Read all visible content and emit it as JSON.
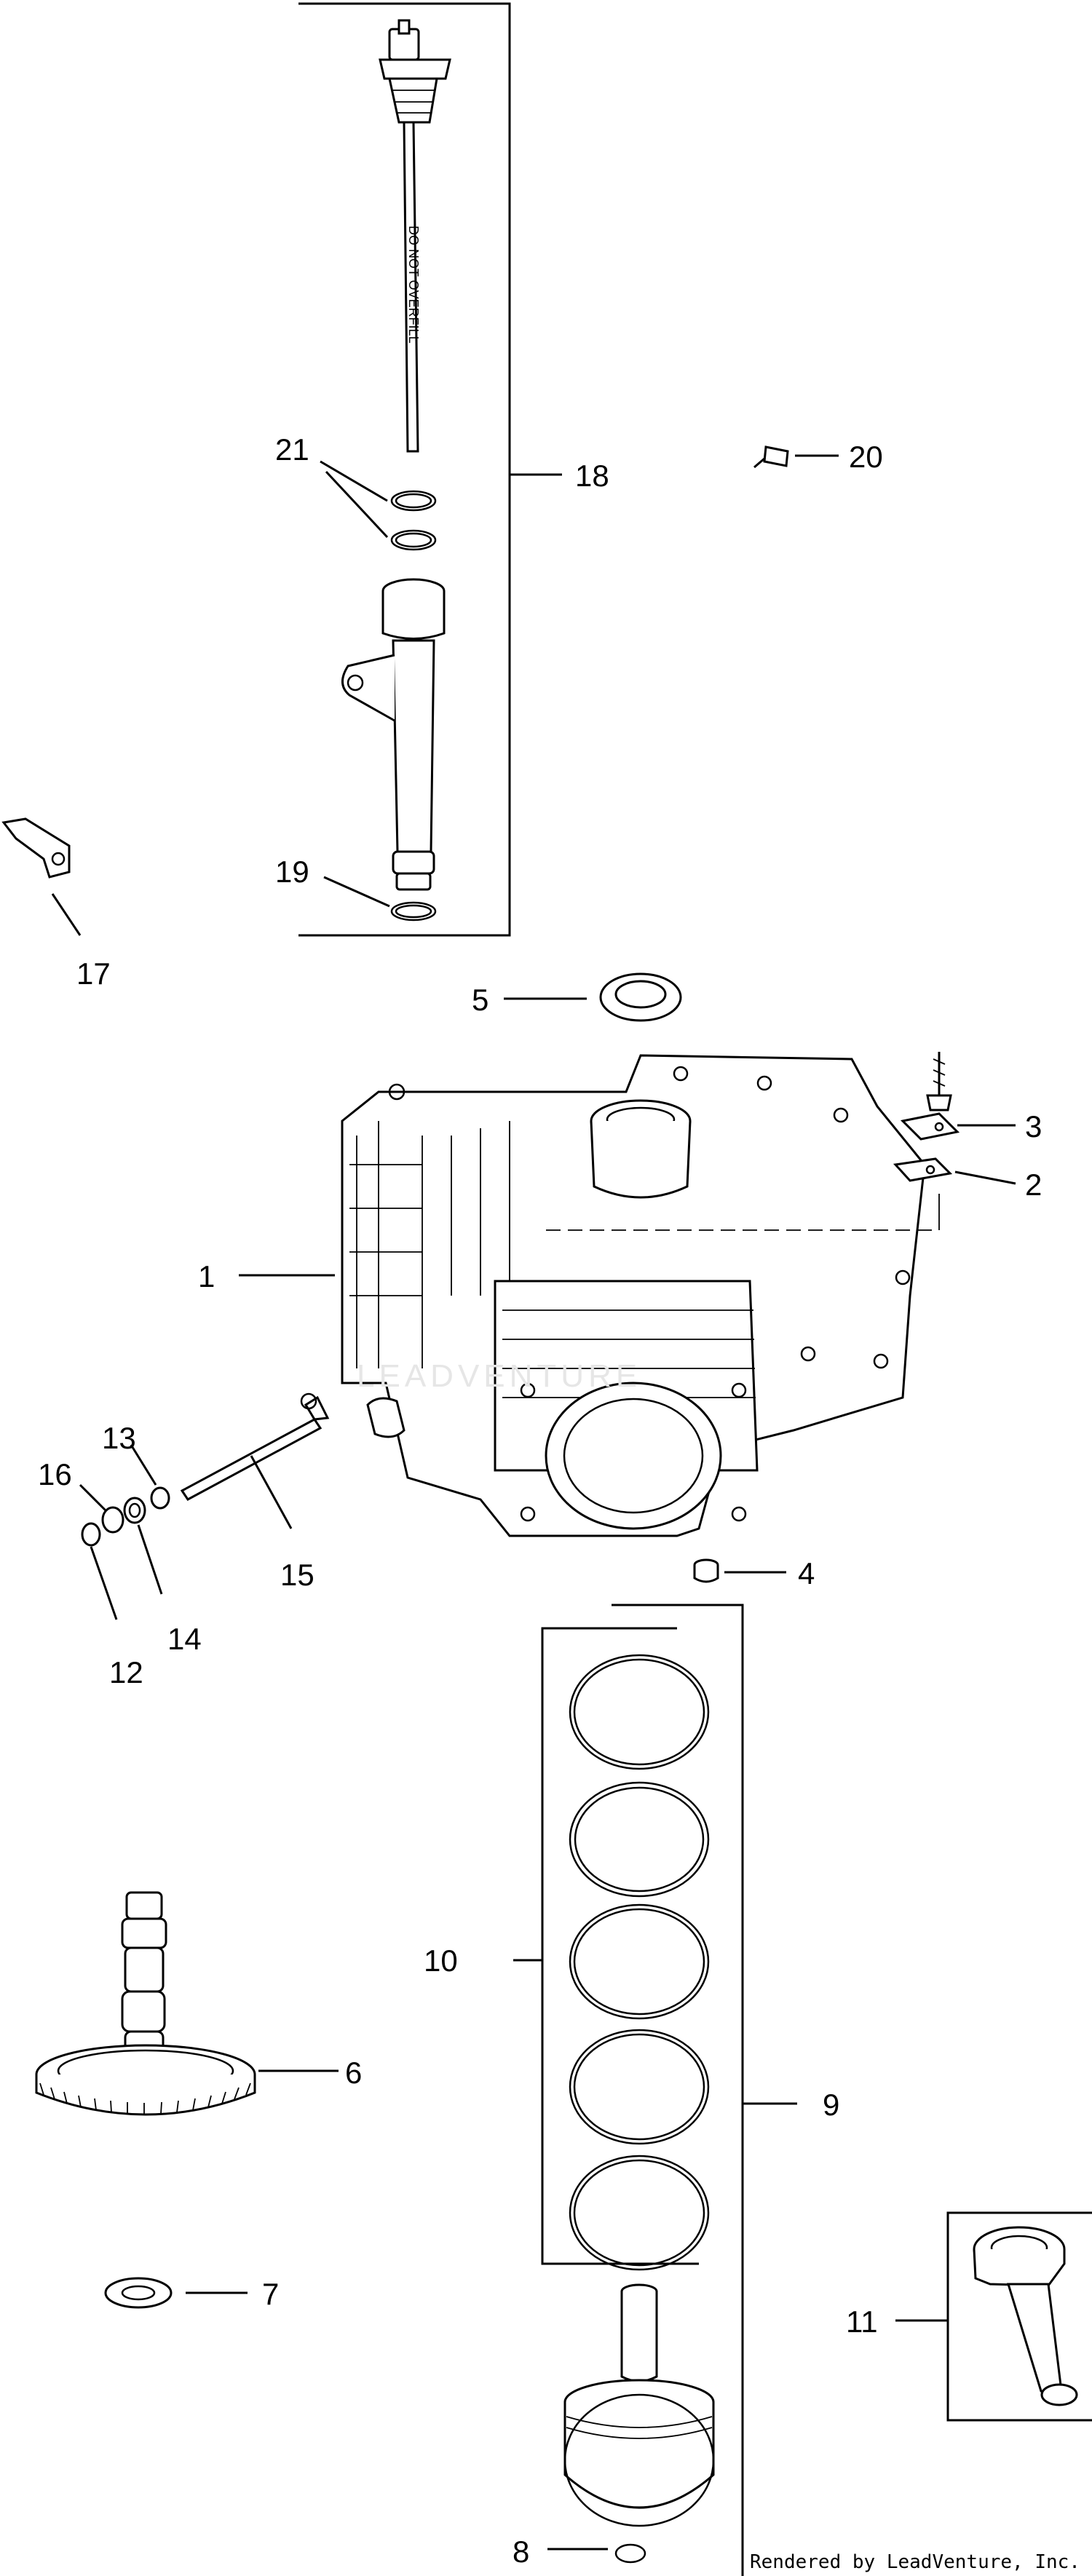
{
  "callouts": {
    "c1": "1",
    "c2": "2",
    "c3": "3",
    "c4": "4",
    "c5": "5",
    "c6": "6",
    "c7": "7",
    "c8": "8",
    "c9": "9",
    "c10": "10",
    "c11": "11",
    "c12": "12",
    "c13": "13",
    "c14": "14",
    "c15": "15",
    "c16": "16",
    "c17": "17",
    "c18": "18",
    "c19": "19",
    "c20": "20",
    "c21": "21"
  },
  "dipstick_text": "DO NOT OVERFILL",
  "watermark": "LEADVENTURE",
  "footer": {
    "credit": "Rendered by LeadVenture, Inc."
  },
  "colors": {
    "line": "#000000",
    "background": "#ffffff",
    "watermark": "#e6e6e6"
  }
}
